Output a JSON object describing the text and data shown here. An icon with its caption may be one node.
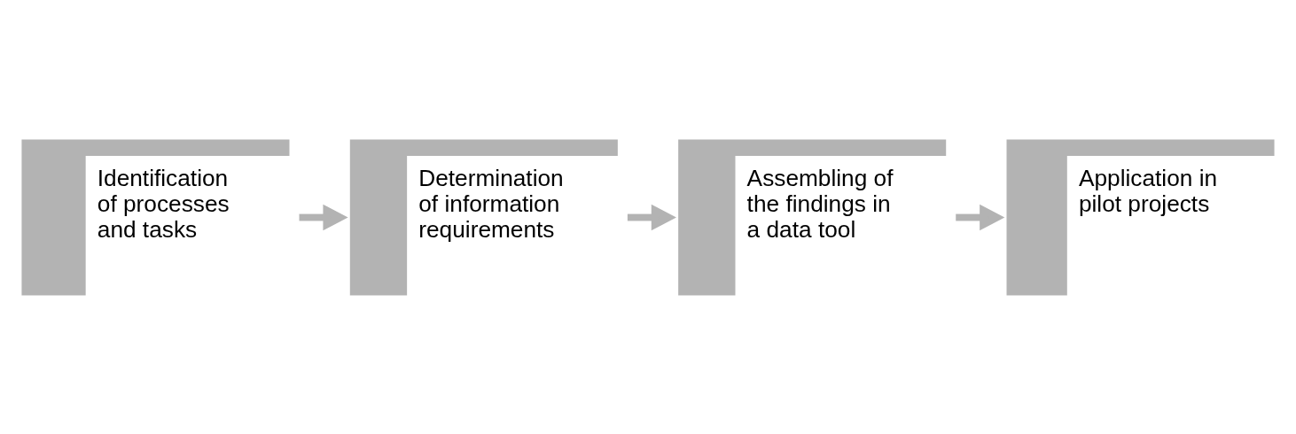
{
  "diagram": {
    "nodes": [
      {
        "text": [
          "Identification of processes and tasks"
        ]
      },
      {
        "text": [
          "Determination of information requirements"
        ]
      },
      {
        "text": [
          "Assembling of the findings in a data tool"
        ]
      },
      {
        "text": [
          "Application in pilot projects"
        ]
      }
    ],
    "edges": [
      {
        "from": 0,
        "to": 1,
        "arrow": "to"
      },
      {
        "from": 1,
        "to": 2,
        "arrow": "to"
      },
      {
        "from": 2,
        "to": 3,
        "arrow": "to"
      }
    ]
  }
}
